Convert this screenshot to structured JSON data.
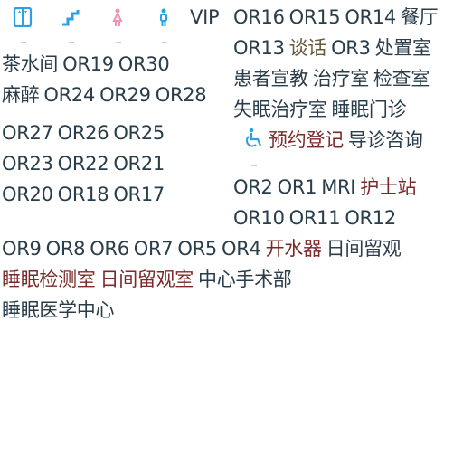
{
  "colors": {
    "text": "#2a3d4a",
    "warm": "#7a2a2a",
    "gold": "#6b5a3a",
    "icon_blue": "#2aa1e6",
    "icon_pink": "#f093b4"
  },
  "icons": [
    "elevator-icon",
    "stairs-icon",
    "female-restroom-icon",
    "male-restroom-icon",
    "wheelchair-icon"
  ],
  "left": {
    "row1": [
      "VIP"
    ],
    "row2": [
      "茶水间",
      "OR19",
      "OR30"
    ],
    "row3": [
      "麻醉",
      "OR24",
      "OR29",
      "OR28"
    ],
    "row4": [
      "OR27",
      "OR26",
      "OR25"
    ],
    "row5": [
      "OR23",
      "OR22",
      "OR21"
    ],
    "row6": [
      "OR20",
      "OR18",
      "OR17"
    ]
  },
  "right": {
    "row1": [
      "OR16",
      "OR15",
      "OR14",
      "餐厅"
    ],
    "row2": [
      "OR13",
      "谈话",
      "OR3",
      "处置室"
    ],
    "row3": [
      "患者宣教",
      "治疗室",
      "检查室"
    ],
    "row4": [
      "失眠治疗室",
      "睡眠门诊"
    ],
    "row5": [
      "预约登记",
      "导诊咨询"
    ],
    "row6": [
      "OR2",
      "OR1",
      "MRI",
      "护士站"
    ],
    "row7": [
      "OR10",
      "OR11",
      "OR12"
    ]
  },
  "bottom": {
    "row1": [
      "OR9",
      "OR8",
      "OR6",
      "OR7",
      "OR5",
      "OR4",
      "开水器",
      "日间留观"
    ],
    "row2": [
      "睡眠检测室",
      "日间留观室",
      "中心手术部"
    ],
    "row3": [
      "睡眠医学中心"
    ]
  }
}
